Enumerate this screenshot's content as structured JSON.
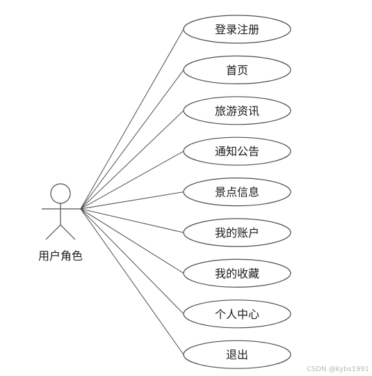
{
  "actor": {
    "label": "用户角色"
  },
  "use_cases": [
    {
      "id": "uc-login-register",
      "label": "登录注册"
    },
    {
      "id": "uc-home",
      "label": "首页"
    },
    {
      "id": "uc-travel-news",
      "label": "旅游资讯"
    },
    {
      "id": "uc-notice",
      "label": "通知公告"
    },
    {
      "id": "uc-scenic-info",
      "label": "景点信息"
    },
    {
      "id": "uc-my-account",
      "label": "我的账户"
    },
    {
      "id": "uc-my-favorites",
      "label": "我的收藏"
    },
    {
      "id": "uc-personal-center",
      "label": "个人中心"
    },
    {
      "id": "uc-logout",
      "label": "退出"
    }
  ],
  "watermark": "CSDN @kybs1991",
  "colors": {
    "stroke": "#4d4d4d",
    "ellipse_fill": "#ffffff",
    "text": "#1a1a1a",
    "watermark": "#b8b8b8"
  }
}
